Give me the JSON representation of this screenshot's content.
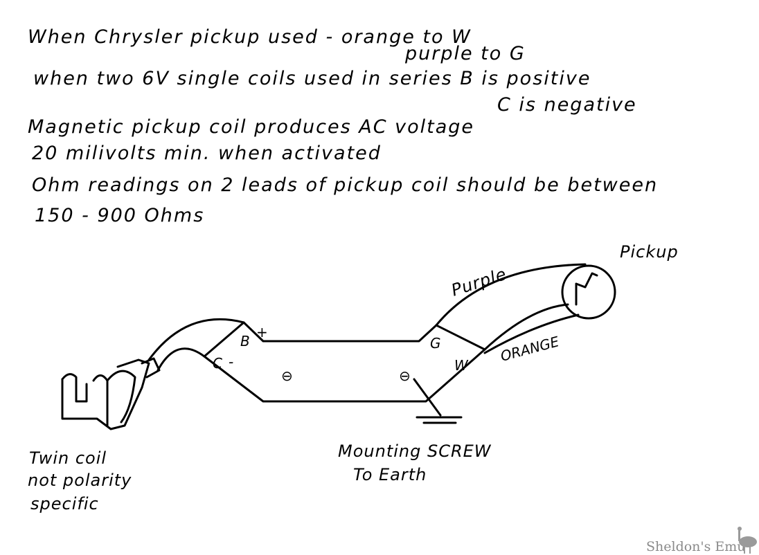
{
  "notes": {
    "line1": "When Chrysler pickup used - orange to W",
    "line1b": "purple to G",
    "line2": "when two 6V single coils used in series B is positive",
    "line2b": "C is negative",
    "line3": "Magnetic pickup coil produces AC voltage",
    "line4": "20 milivolts min. when activated",
    "line5": "Ohm readings on 2 leads of pickup coil should be between",
    "line6": "150 - 900 Ohms"
  },
  "diagram": {
    "pickup_label": "Pickup",
    "purple_label": "Purple",
    "orange_label": "ORANGE",
    "terminal_g": "G",
    "terminal_w": "W",
    "terminal_b": "B",
    "terminal_c": "C",
    "plus": "+",
    "minus": "-",
    "screw_symbol": "⊖",
    "mounting_line1": "Mounting SCREW",
    "mounting_line2": "To Earth",
    "coil_line1": "Twin coil",
    "coil_line2": "not polarity",
    "coil_line3": "specific"
  },
  "watermark": "Sheldon's Emu"
}
